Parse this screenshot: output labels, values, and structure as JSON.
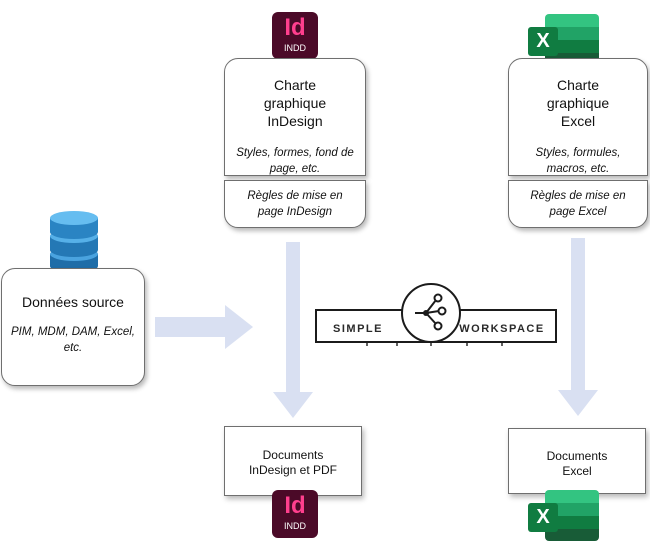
{
  "source": {
    "title": "Données source",
    "subtitle": "PIM, MDM, DAM, Excel, etc."
  },
  "indesign": {
    "badge": {
      "glyph": "Id",
      "ext": "INDD"
    },
    "charter_title": "Charte graphique InDesign",
    "charter_sub": "Styles, formes, fond de page, etc.",
    "rules": "Règles de mise en page InDesign",
    "output": "Documents InDesign et PDF"
  },
  "excel": {
    "badge": {
      "glyph": "X"
    },
    "charter_title": "Charte graphique Excel",
    "charter_sub": "Styles, formules, macros, etc.",
    "rules": "Règles de mise en page Excel",
    "output": "Documents Excel"
  },
  "logo": {
    "left": "SIMPLE",
    "right": "WORKSPACE"
  },
  "colors": {
    "arrow": "#d9e0f2",
    "indesign_dark": "#4b0a28",
    "indesign_accent": "#ff3f8e",
    "excel_dark": "#107c41",
    "excel_mid": "#21a366",
    "excel_light": "#33c481",
    "database": "#2f7fbf"
  },
  "icons": [
    "database-icon",
    "indesign-icon",
    "excel-icon",
    "simple-workspace-logo"
  ]
}
